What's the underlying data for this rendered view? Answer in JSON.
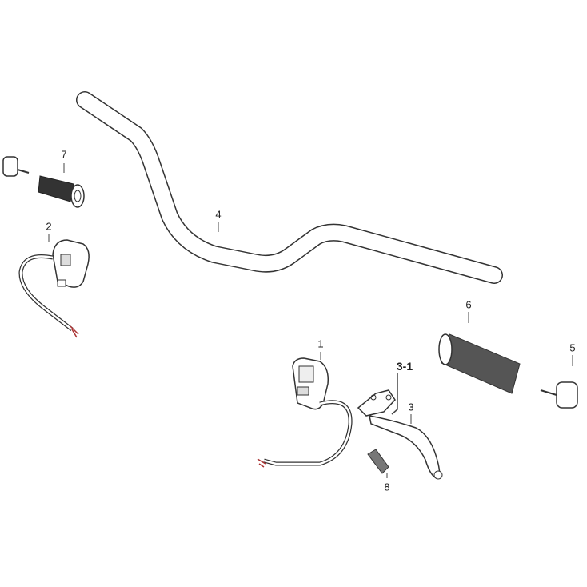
{
  "diagram": {
    "callouts": {
      "p1": "1",
      "p2": "2",
      "p3": "3",
      "p3_1": "3-1",
      "p4": "4",
      "p5": "5",
      "p6": "6",
      "p7": "7",
      "p8": "8"
    }
  }
}
